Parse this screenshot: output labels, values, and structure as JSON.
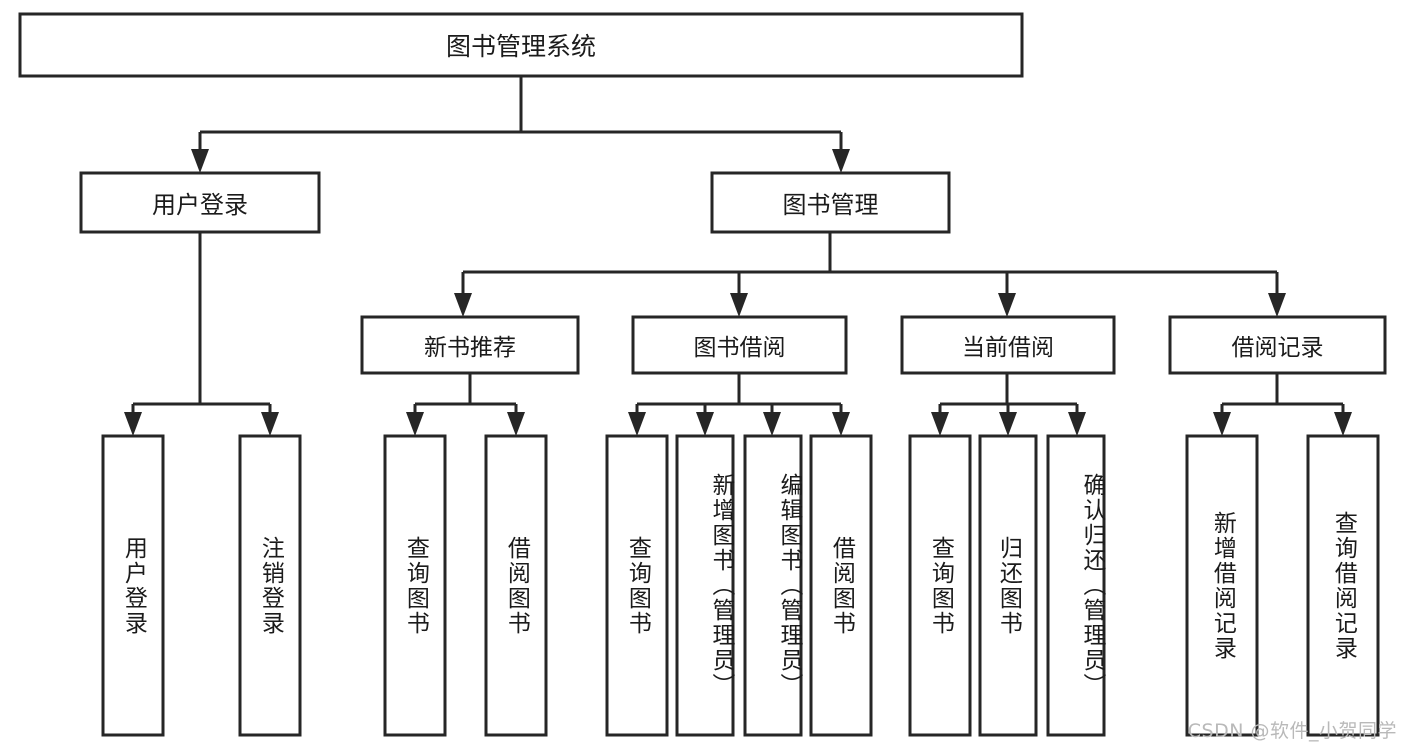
{
  "diagram": {
    "type": "tree-hierarchy-chart",
    "title": "图书管理系统",
    "watermark": "CSDN @软件_小贺同学",
    "colors": {
      "stroke": "#262626",
      "fill": "#ffffff",
      "text": "#1b1b1b",
      "watermark": "#b9b9b9",
      "background": "#ffffff"
    },
    "levels": [
      {
        "level": 0,
        "nodes": [
          {
            "id": "root",
            "label": "图书管理系统",
            "orientation": "horizontal"
          }
        ]
      },
      {
        "level": 1,
        "nodes": [
          {
            "id": "user-login",
            "label": "用户登录",
            "orientation": "horizontal",
            "parent": "root"
          },
          {
            "id": "book-manage",
            "label": "图书管理",
            "orientation": "horizontal",
            "parent": "root"
          }
        ]
      },
      {
        "level": 2,
        "nodes": [
          {
            "id": "new-book-rec",
            "label": "新书推荐",
            "orientation": "horizontal",
            "parent": "book-manage"
          },
          {
            "id": "book-borrow",
            "label": "图书借阅",
            "orientation": "horizontal",
            "parent": "book-manage"
          },
          {
            "id": "current-borrow",
            "label": "当前借阅",
            "orientation": "horizontal",
            "parent": "book-manage"
          },
          {
            "id": "borrow-record",
            "label": "借阅记录",
            "orientation": "horizontal",
            "parent": "book-manage"
          }
        ]
      },
      {
        "level": 3,
        "nodes": [
          {
            "id": "leaf-user-login",
            "label": "用户登录",
            "orientation": "vertical",
            "parent": "user-login"
          },
          {
            "id": "leaf-logout",
            "label": "注销登录",
            "orientation": "vertical",
            "parent": "user-login"
          },
          {
            "id": "leaf-rec-query",
            "label": "查询图书",
            "orientation": "vertical",
            "parent": "new-book-rec"
          },
          {
            "id": "leaf-rec-borrow",
            "label": "借阅图书",
            "orientation": "vertical",
            "parent": "new-book-rec"
          },
          {
            "id": "leaf-bb-query",
            "label": "查询图书",
            "orientation": "vertical",
            "parent": "book-borrow"
          },
          {
            "id": "leaf-bb-add",
            "label": "新增图书（管理员）",
            "orientation": "vertical",
            "parent": "book-borrow"
          },
          {
            "id": "leaf-bb-edit",
            "label": "编辑图书（管理员）",
            "orientation": "vertical",
            "parent": "book-borrow"
          },
          {
            "id": "leaf-bb-borrow",
            "label": "借阅图书",
            "orientation": "vertical",
            "parent": "book-borrow"
          },
          {
            "id": "leaf-cb-query",
            "label": "查询图书",
            "orientation": "vertical",
            "parent": "current-borrow"
          },
          {
            "id": "leaf-cb-return",
            "label": "归还图书",
            "orientation": "vertical",
            "parent": "current-borrow"
          },
          {
            "id": "leaf-cb-confirm",
            "label": "确认归还（管理员）",
            "orientation": "vertical",
            "parent": "current-borrow"
          },
          {
            "id": "leaf-br-add",
            "label": "新增借阅记录",
            "orientation": "vertical",
            "parent": "borrow-record"
          },
          {
            "id": "leaf-br-query",
            "label": "查询借阅记录",
            "orientation": "vertical",
            "parent": "borrow-record"
          }
        ]
      }
    ]
  }
}
